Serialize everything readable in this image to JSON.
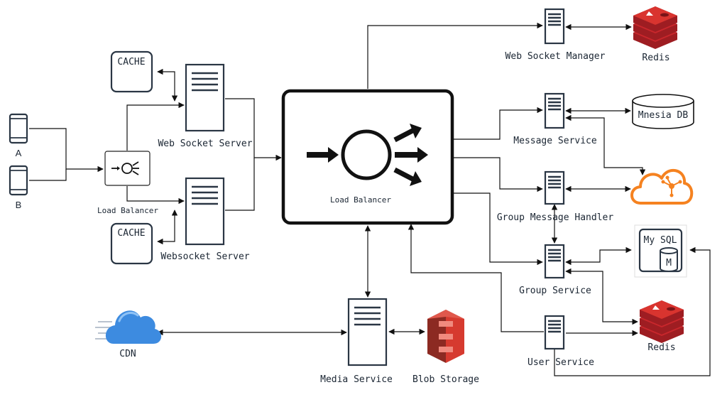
{
  "labels": {
    "client_a": "A",
    "client_b": "B",
    "cache_top": "CACHE",
    "cache_bottom": "CACHE",
    "load_balancer_small": "Load Balancer",
    "web_socket_server": "Web Socket Server",
    "websocket_server": "Websocket Server",
    "load_balancer_main": "Load Balancer",
    "web_socket_manager": "Web Socket Manager",
    "redis_top": "Redis",
    "message_service": "Message Service",
    "mnesia_db": "Mnesia DB",
    "group_message_handler": "Group Message Handler",
    "mysql": "My SQL",
    "mysql_letter": "M",
    "group_service": "Group  Service",
    "redis_bottom": "Redis",
    "user_service": "User Service",
    "media_service": "Media Service",
    "blob_storage": "Blob Storage",
    "cdn": "CDN"
  },
  "colors": {
    "redis": "#c9272c",
    "kafka": "#f58220",
    "cdn": "#3d8be0",
    "blob": "#d63a2f",
    "stroke": "#111111",
    "icon": "#2a3644"
  },
  "icons": {
    "client": "mobile-phone-icon",
    "server": "server-icon",
    "cache": "cache-icon",
    "load_balancer": "load-balancer-icon",
    "redis": "redis-icon",
    "database": "database-cylinder-icon",
    "kafka": "kafka-cloud-icon",
    "mysql": "mysql-icon",
    "cdn": "cloud-icon",
    "blob": "s3-bucket-icon"
  }
}
